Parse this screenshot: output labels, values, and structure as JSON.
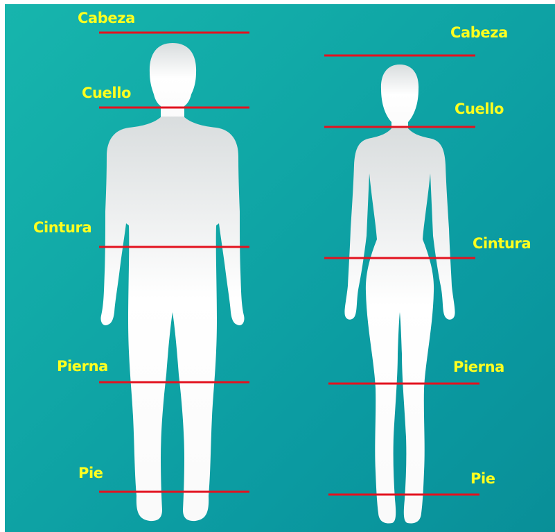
{
  "colors": {
    "background_gradient": [
      "#17b5ad",
      "#0b9aa1"
    ],
    "silhouette": "#f5f7f7",
    "line": "#e3121f",
    "label": "#ffff1f"
  },
  "figures": [
    {
      "id": "male",
      "labels": {
        "head": "Cabeza",
        "neck": "Cuello",
        "waist": "Cintura",
        "leg": "Pierna",
        "foot": "Pie"
      }
    },
    {
      "id": "female",
      "labels": {
        "head": "Cabeza",
        "neck": "Cuello",
        "waist": "Cintura",
        "leg": "Pierna",
        "foot": "Pie"
      }
    }
  ]
}
